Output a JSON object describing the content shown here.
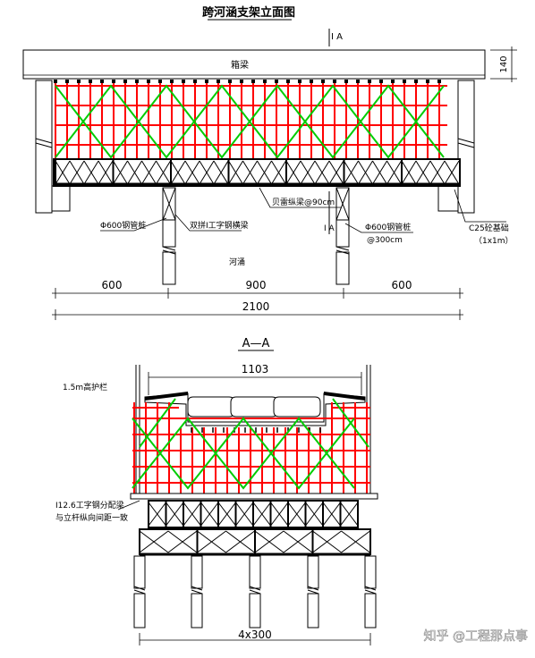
{
  "elevation": {
    "title": "跨河涵支架立面图",
    "section_mark": "I A",
    "section_mark_lower": "I A",
    "box_girder_label": "箱梁",
    "dim_140": "140",
    "bailey_spacing_label": "贝雷纵梁@90cm",
    "steel_pipe_pile_left": "Φ600钢管桩",
    "double_i_beam_label": "双拼I工字钢横梁",
    "steel_pipe_pile_right": "Φ600钢管桩",
    "pile_spacing_label": "@300cm",
    "concrete_base_label": "C25砼基础",
    "concrete_base_size": "（1x1m）",
    "river_label": "河涌",
    "dims": [
      "600",
      "900",
      "600"
    ],
    "dim_total": "2100"
  },
  "section": {
    "title": "A—A",
    "width_dim": "1103",
    "guardrail_label": "1.5m高护栏",
    "distribution_beam_label_1": "I12.6工字钢分配梁",
    "distribution_beam_label_2": "与立杆纵向间距一致",
    "bottom_dim": "4x300"
  },
  "colors": {
    "scaffold_red": "#ff0000",
    "bracing_green": "#00cc00",
    "line_black": "#000000"
  },
  "watermark": "知乎 @工程那点事"
}
